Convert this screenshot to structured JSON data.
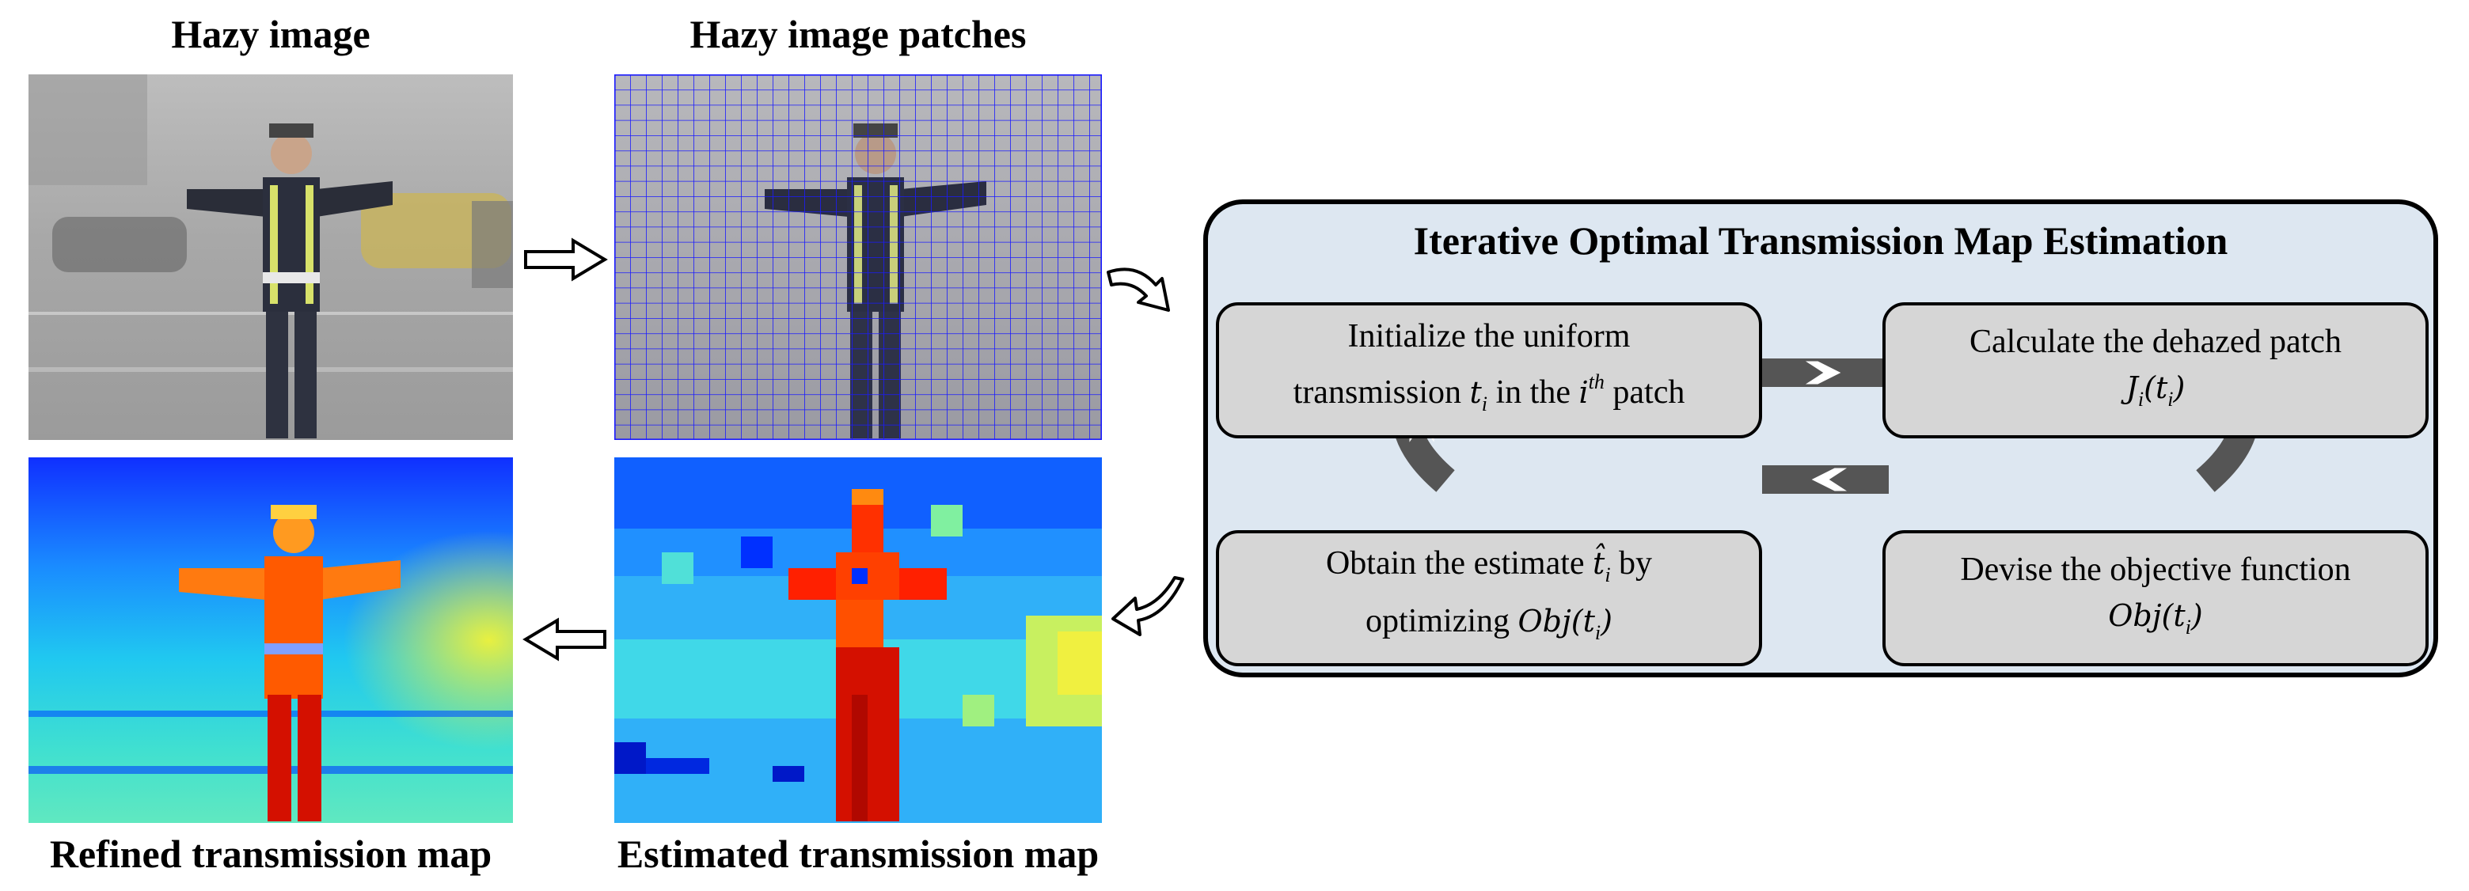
{
  "captions": {
    "hazy_image": "Hazy image",
    "hazy_patches": "Hazy image patches",
    "refined_map": "Refined transmission map",
    "estimated_map": "Estimated transmission map"
  },
  "ioe": {
    "title": "Iterative Optimal Transmission Map Estimation",
    "step_init": {
      "line1": "Initialize the uniform",
      "line2a": "transmission",
      "t": "t",
      "sub_i": "i",
      "line2b": "in the",
      "i": "i",
      "sup_th": "th",
      "line2c": "patch"
    },
    "step_dehaze": {
      "line1": "Calculate the dehazed patch",
      "J": "J",
      "sub_i": "i",
      "args": "(t",
      "sub_i2": "i",
      "close": ")"
    },
    "step_objective": {
      "line1": "Devise the objective function",
      "obj": "Obj",
      "args": "(t",
      "sub_i": "i",
      "close": ")"
    },
    "step_obtain": {
      "line1a": "Obtain the estimate",
      "that": "t̂",
      "sub_i": "i",
      "line1b": "by",
      "line2a": "optimizing",
      "obj": "Obj",
      "args": "(t",
      "sub_i2": "i",
      "close": ")"
    }
  },
  "colors": {
    "box_fill": "#dde7f1",
    "step_fill": "#d6d6d6",
    "loop_band": "#555555",
    "grid_line": "#1a1aff",
    "jet_blue": "#0000ff",
    "jet_red": "#d40000"
  },
  "icons": [
    "hollow-right-arrow",
    "curved-down-arrow",
    "curved-left-arrow",
    "hollow-left-arrow",
    "chevron-right-icon",
    "chevron-down-icon",
    "chevron-left-icon",
    "chevron-up-icon"
  ]
}
